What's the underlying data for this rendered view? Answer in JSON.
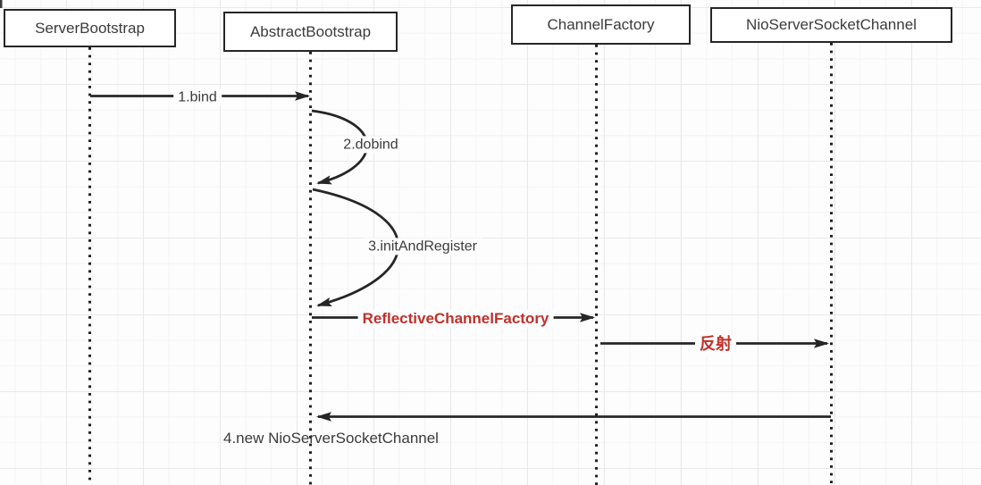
{
  "diagram": {
    "type": "sequence-diagram",
    "actors": [
      {
        "label": "ServerBootstrap"
      },
      {
        "label": "AbstractBootstrap"
      },
      {
        "label": "ChannelFactory"
      },
      {
        "label": "NioServerSocketChannel"
      }
    ],
    "messages": [
      {
        "label": "1.bind",
        "from": "ServerBootstrap",
        "to": "AbstractBootstrap",
        "style": "solid-arrow"
      },
      {
        "label": "2.dobind",
        "from": "AbstractBootstrap",
        "to": "AbstractBootstrap",
        "style": "self-call-curve"
      },
      {
        "label": "3.initAndRegister",
        "from": "AbstractBootstrap",
        "to": "AbstractBootstrap",
        "style": "self-call-curve"
      },
      {
        "label": "ReflectiveChannelFactory",
        "from": "AbstractBootstrap",
        "to": "ChannelFactory",
        "style": "solid-arrow",
        "emphasis": "red-bold"
      },
      {
        "label": "反射",
        "from": "ChannelFactory",
        "to": "NioServerSocketChannel",
        "style": "solid-arrow",
        "emphasis": "red-bold"
      },
      {
        "label": "4.new NioServerSocketChannel",
        "from": "NioServerSocketChannel",
        "to": "AbstractBootstrap",
        "style": "solid-arrow"
      }
    ],
    "colors": {
      "line": "#262626",
      "text": "#3b3b3b",
      "emphasis_red": "#bf312c",
      "box_background": "#ffffff",
      "canvas_background": "#fdfdfd",
      "grid_minor": "#f4f4f4",
      "grid_major": "#e9e9e9"
    }
  }
}
